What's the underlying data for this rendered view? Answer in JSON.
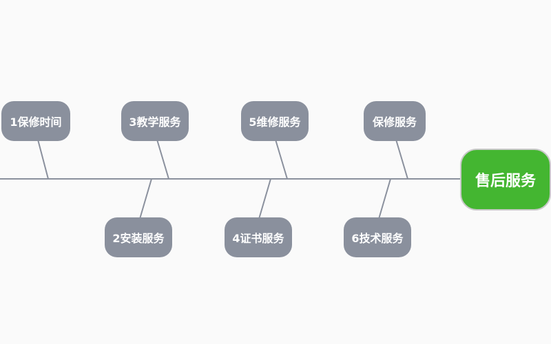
{
  "diagram": {
    "head": {
      "label": "售后服务"
    },
    "branches": [
      {
        "id": "b1",
        "label": "1保修时间"
      },
      {
        "id": "b3",
        "label": "3教学服务"
      },
      {
        "id": "b5",
        "label": "5维修服务"
      },
      {
        "id": "b7",
        "label": "保修服务"
      },
      {
        "id": "b2",
        "label": "2安装服务"
      },
      {
        "id": "b4",
        "label": "4证书服务"
      },
      {
        "id": "b6",
        "label": "6技术服务"
      }
    ]
  },
  "colors": {
    "spine": "#8a909d",
    "node": "#8a909d",
    "head": "#44b631",
    "text": "#ffffff",
    "background": "#fafafa"
  }
}
